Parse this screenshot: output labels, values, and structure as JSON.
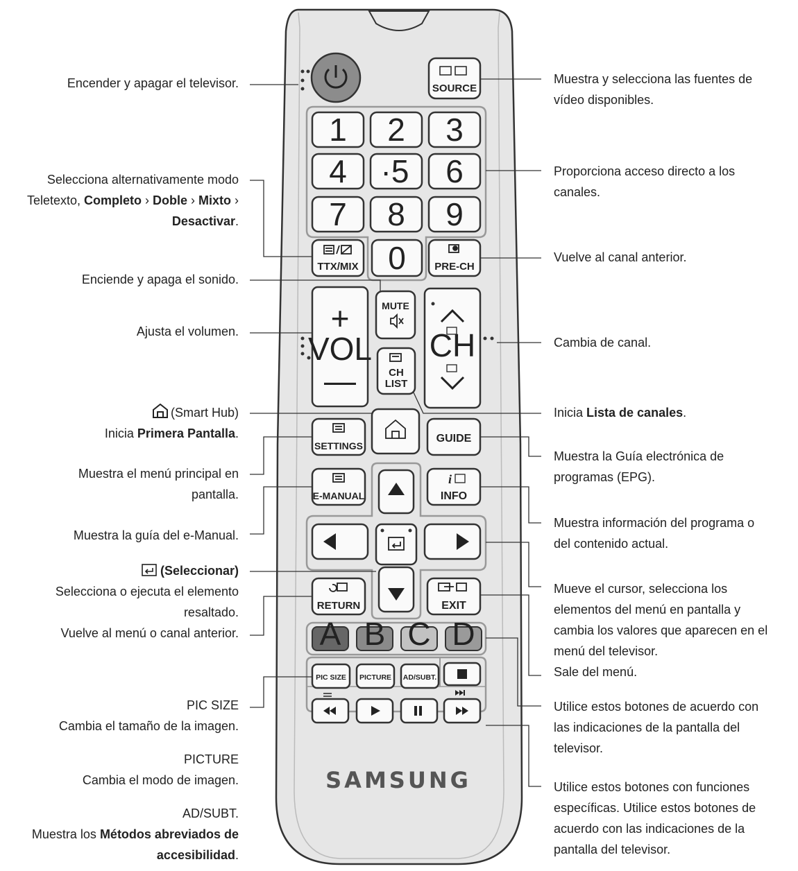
{
  "remote": {
    "keys": {
      "source": "SOURCE",
      "digits": [
        "1",
        "2",
        "3",
        "4",
        "·5",
        "6",
        "7",
        "8",
        "9",
        "0"
      ],
      "ttx": "TTX/MIX",
      "prech": "PRE-CH",
      "mute": "MUTE",
      "vol_plus": "+",
      "vol": "VOL",
      "vol_minus": "—",
      "ch": "CH",
      "chlist_1": "CH",
      "chlist_2": "LIST",
      "settings": "SETTINGS",
      "guide": "GUIDE",
      "emanual": "E-MANUAL",
      "info": "INFO",
      "return": "RETURN",
      "exit": "EXIT",
      "color_a": "A",
      "color_b": "B",
      "color_c": "C",
      "color_d": "D",
      "picsize": "PIC SIZE",
      "picture": "PICTURE",
      "adsubt": "AD/SUBT.",
      "brand": "SAMSUNG"
    },
    "colors": {
      "body": "#e6e6e6",
      "outline": "#333333",
      "power": "#8c8c8c",
      "a": "#666666",
      "b": "#8a8a8a",
      "c": "#c2c2c2",
      "d": "#9a9a9a"
    }
  },
  "annotations": {
    "left": {
      "power": "Encender y apagar el televisor.",
      "ttx_1": "Selecciona alternativamente modo",
      "ttx_2a": "Teletexto, ",
      "ttx_2b": "Completo",
      "ttx_2c": " › ",
      "ttx_2d": "Doble",
      "ttx_2e": " › ",
      "ttx_2f": "Mixto",
      "ttx_2g": " ›",
      "ttx_3": "Desactivar",
      "ttx_3b": ".",
      "mute": "Enciende y apaga el sonido.",
      "vol": "Ajusta el volumen.",
      "home_1": "(Smart Hub)",
      "home_2a": "Inicia ",
      "home_2b": "Primera Pantalla",
      "home_2c": ".",
      "settings_1": "Muestra el menú principal en",
      "settings_2": "pantalla.",
      "emanual": "Muestra la guía del e-Manual.",
      "select_1": "(Seleccionar)",
      "select_2": "Selecciona o ejecuta el elemento",
      "select_3": "resaltado.",
      "return": "Vuelve al menú o canal anterior.",
      "picsize_t": "PIC SIZE",
      "picsize_d": "Cambia el tamaño de la imagen.",
      "picture_t": "PICTURE",
      "picture_d": "Cambia el modo de imagen.",
      "adsubt_t": "AD/SUBT.",
      "adsubt_1a": "Muestra los ",
      "adsubt_1b": "Métodos abreviados de",
      "adsubt_2a": "accesibilidad",
      "adsubt_2b": "."
    },
    "right": {
      "source_1": "Muestra y selecciona las fuentes de",
      "source_2": "vídeo disponibles.",
      "digits_1": "Proporciona acceso directo a los",
      "digits_2": "canales.",
      "prech": "Vuelve al canal anterior.",
      "ch": "Cambia de canal.",
      "chlist_a": "Inicia ",
      "chlist_b": "Lista de canales",
      "chlist_c": ".",
      "guide_1": "Muestra la Guía electrónica de",
      "guide_2": "programas (EPG).",
      "info_1": "Muestra información del programa o",
      "info_2": "del contenido actual.",
      "nav_1": "Mueve el cursor, selecciona los",
      "nav_2": "elementos del menú en pantalla y",
      "nav_3": "cambia los valores que aparecen en el",
      "nav_4": "menú del televisor.",
      "exit": "Sale del menú.",
      "color_1": "Utilice estos botones de acuerdo con",
      "color_2": "las indicaciones de la pantalla del",
      "color_3": "televisor.",
      "media_1": "Utilice estos botones con funciones",
      "media_2": "específicas. Utilice estos botones de",
      "media_3": "acuerdo con las indicaciones de la",
      "media_4": "pantalla del televisor."
    }
  }
}
